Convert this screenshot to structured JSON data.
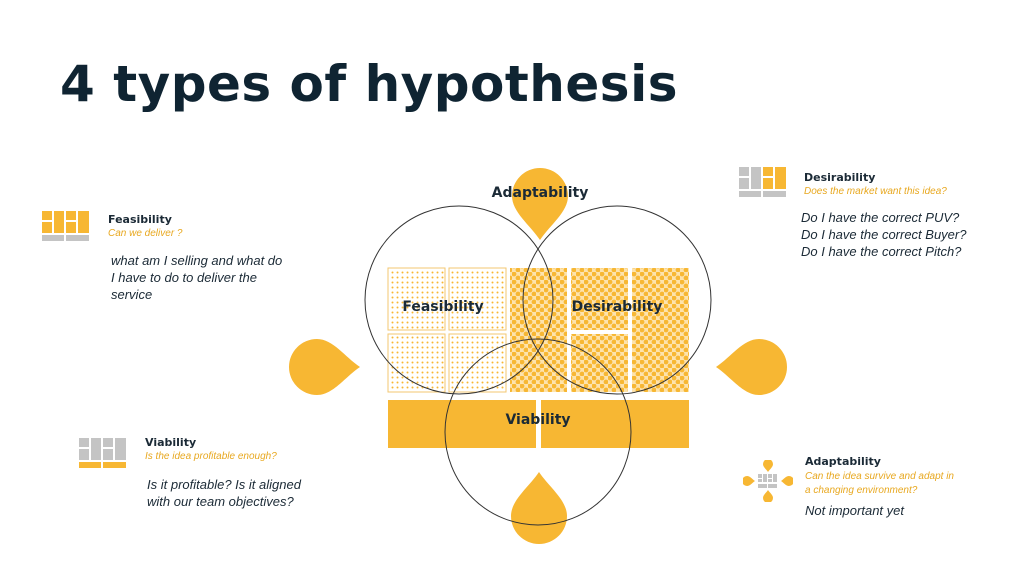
{
  "title": "4 types of hypothesis",
  "diagram": {
    "top_label": "Adaptability",
    "feasibility_label": "Feasibility",
    "desirability_label": "Desirability",
    "viability_label": "Viability"
  },
  "cards": {
    "feasibility": {
      "title": "Feasibility",
      "subtitle": "Can we deliver ?",
      "lines": [
        "what am I selling and what do",
        "I have to do to deliver the",
        "service"
      ]
    },
    "desirability": {
      "title": "Desirability",
      "subtitle": "Does the market want this idea?",
      "lines": [
        "Do I have the correct PUV?",
        "Do I have the correct Buyer?",
        "Do I have the correct Pitch?"
      ]
    },
    "viability": {
      "title": "Viability",
      "subtitle": "Is the idea profitable enough?",
      "lines": [
        "Is it profitable? Is it aligned",
        "with our team objectives?"
      ]
    },
    "adaptability": {
      "title": "Adaptability",
      "subtitle_lines": [
        "Can the idea survive and adapt in",
        "a changing environment?"
      ],
      "lines": [
        "Not important yet"
      ]
    }
  },
  "colors": {
    "accent": "#f7b733",
    "text": "#0f2432",
    "gray": "#c4c4c4"
  }
}
